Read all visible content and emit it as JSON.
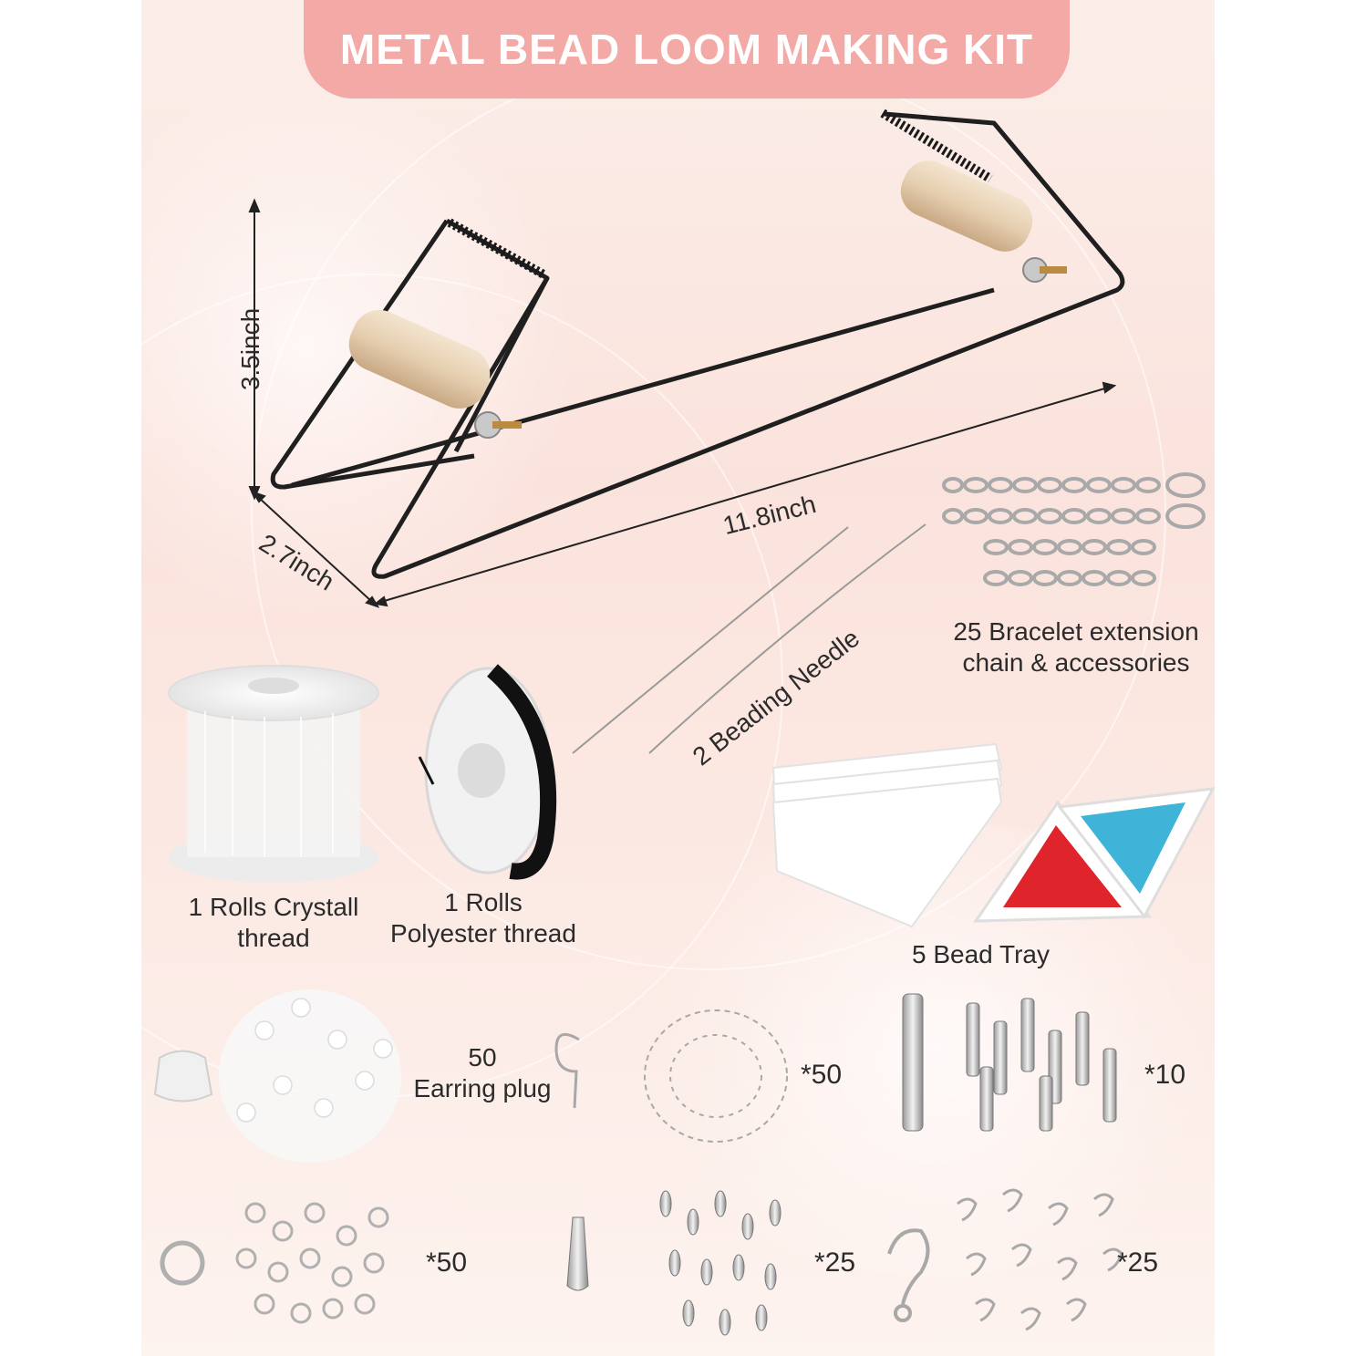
{
  "title": "METAL BEAD LOOM MAKING KIT",
  "dimensions": {
    "height": "3.5inch",
    "length": "11.8inch",
    "width": "2.7inch"
  },
  "items": {
    "extension_chain_line1": "25 Bracelet extension",
    "extension_chain_line2": "chain & accessories",
    "needle": "2 Beading Needle",
    "crystal_line1": "1 Rolls Crystall",
    "crystal_line2": "thread",
    "polyester_line1": "1 Rolls",
    "polyester_line2": "Polyester thread",
    "bead_tray": "5 Bead Tray",
    "earring_plug_line1": "50",
    "earring_plug_line2": "Earring plug"
  },
  "counts": {
    "earring_hooks": "*50",
    "end_caps": "*10",
    "jump_rings": "*50",
    "bead_tips": "*25",
    "lobster_clasps": "*25"
  },
  "colors": {
    "title_pill": "#f3a9a6",
    "background": "#fbe3dd",
    "bead_red": "#e0242b",
    "bead_blue": "#3fb4d8"
  }
}
